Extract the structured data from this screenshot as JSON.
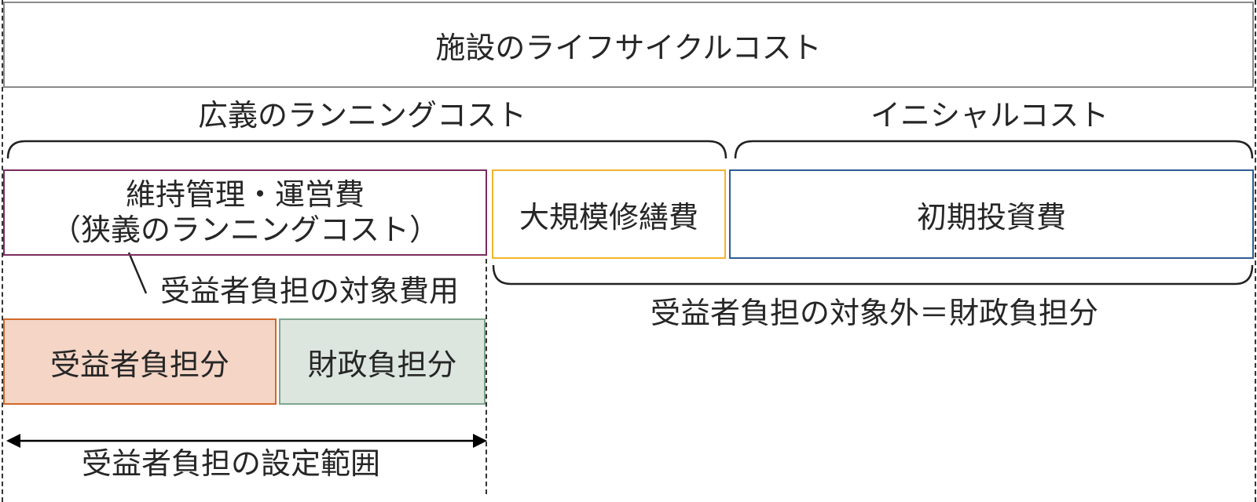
{
  "title": "施設のライフサイクルコスト",
  "brace_labels": {
    "broad_running_cost": "広義のランニングコスト",
    "initial_cost": "イニシャルコスト",
    "excluded": "受益者負担の対象外＝財政負担分"
  },
  "boxes": {
    "maintenance_line1": "維持管理・運営費",
    "maintenance_line2": "（狭義のランニングコスト）",
    "major_repair": "大規模修繕費",
    "initial_investment": "初期投資費",
    "beneficiary_share": "受益者負担分",
    "fiscal_share": "財政負担分"
  },
  "callout": "受益者負担の対象費用",
  "range_label": "受益者負担の設定範囲",
  "colors": {
    "maintenance_border": "#7b2c5e",
    "major_repair_border": "#f2b530",
    "initial_border": "#2f5b93",
    "beneficiary_fill": "#f4d5c6",
    "beneficiary_border": "#d0682a",
    "fiscal_fill": "#dce6df",
    "fiscal_border": "#7ea58d"
  }
}
